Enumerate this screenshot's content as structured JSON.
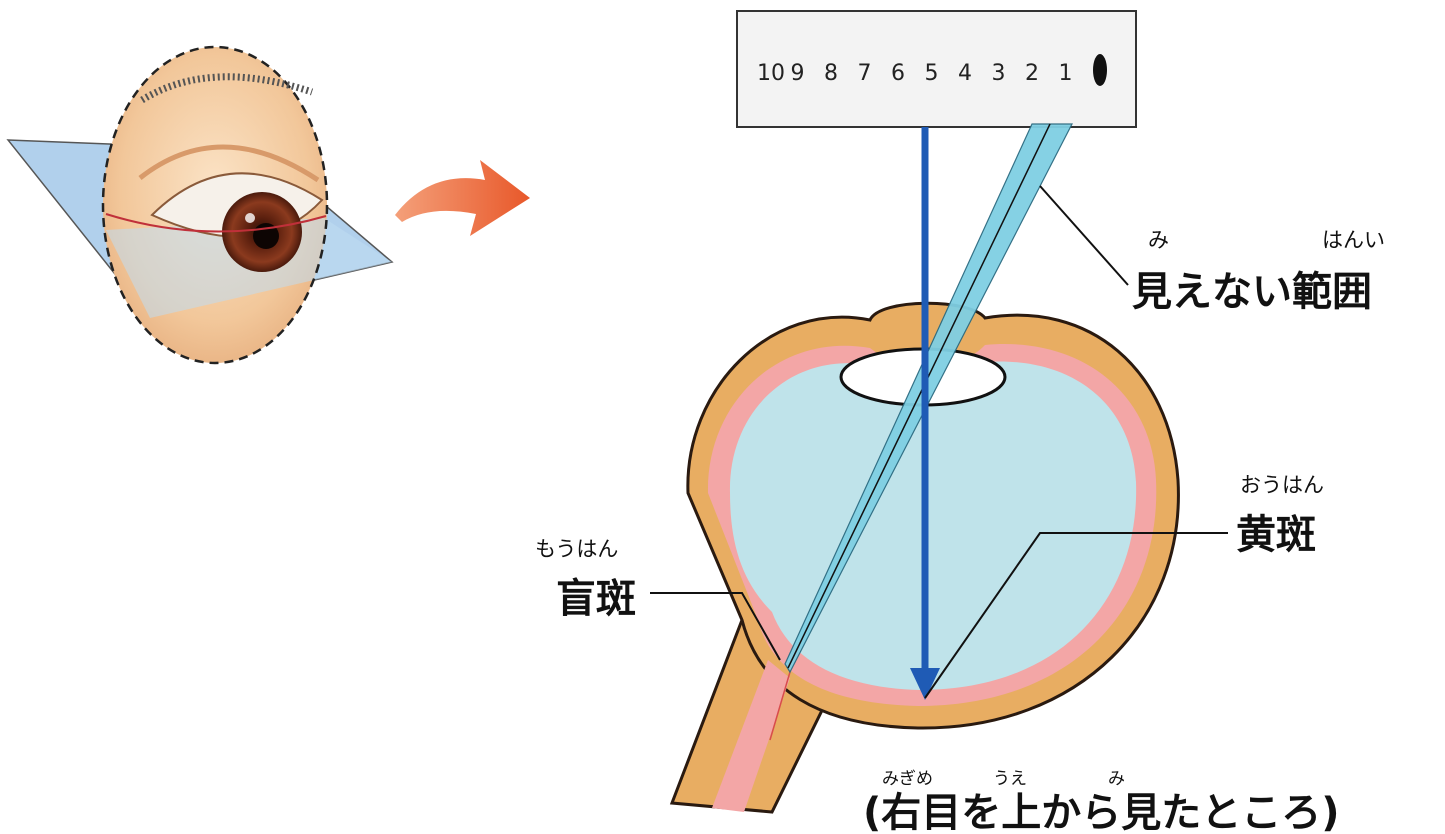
{
  "chart": {
    "numbers": [
      "10",
      "9",
      "8",
      "7",
      "6",
      "5",
      "4",
      "3",
      "2",
      "1"
    ]
  },
  "labels": {
    "invisible_range": {
      "ruby_mi": "み",
      "ruby_hanni": "はんい",
      "text": "見えない範囲"
    },
    "macula": {
      "ruby": "おうはん",
      "text": "黄斑"
    },
    "blind_spot": {
      "ruby": "もうはん",
      "text": "盲斑"
    }
  },
  "caption": {
    "text": "(右目を上から見たところ)",
    "ruby_migime": "みぎめ",
    "ruby_ue": "うえ",
    "ruby_mi": "み"
  },
  "colors": {
    "sclera_outer": "#E8AD62",
    "retina": "#F3A6A6",
    "vitreous": "#BFE3EA",
    "sight_line": "#1F5BB5",
    "cone": "#7FCFE3",
    "plane": "#A9CCEB",
    "arrow": "#F07040"
  }
}
